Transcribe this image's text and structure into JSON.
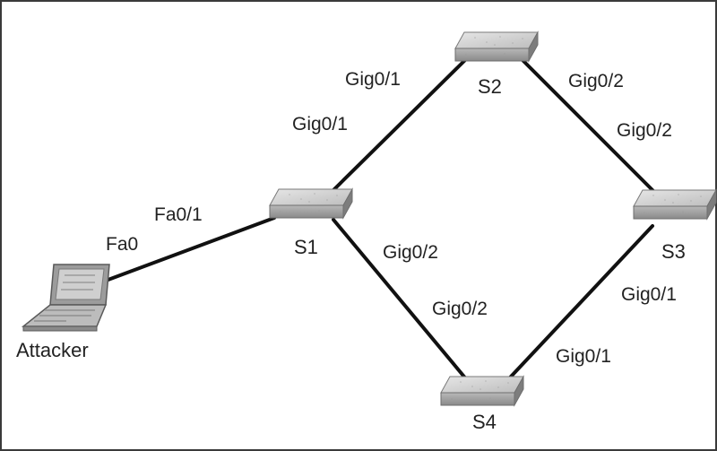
{
  "colors": {
    "link": "#111111",
    "switch_top": "#d6d6d6",
    "switch_side": "#8e8e8e",
    "switch_front": "#b0b0b0",
    "text": "#222222"
  },
  "devices": {
    "attacker": {
      "name": "Attacker",
      "icon": "laptop-icon"
    },
    "s1": {
      "name": "S1",
      "icon": "switch-icon"
    },
    "s2": {
      "name": "S2",
      "icon": "switch-icon"
    },
    "s3": {
      "name": "S3",
      "icon": "switch-icon"
    },
    "s4": {
      "name": "S4",
      "icon": "switch-icon"
    }
  },
  "links": {
    "attacker_s1": {
      "a_port": "Fa0",
      "b_port": "Fa0/1"
    },
    "s1_s2": {
      "a_port": "Gig0/1",
      "b_port": "Gig0/1"
    },
    "s2_s3": {
      "a_port": "Gig0/2",
      "b_port": "Gig0/2"
    },
    "s1_s4": {
      "a_port": "Gig0/2",
      "b_port": "Gig0/2"
    },
    "s3_s4": {
      "a_port": "Gig0/1",
      "b_port": "Gig0/1"
    }
  }
}
